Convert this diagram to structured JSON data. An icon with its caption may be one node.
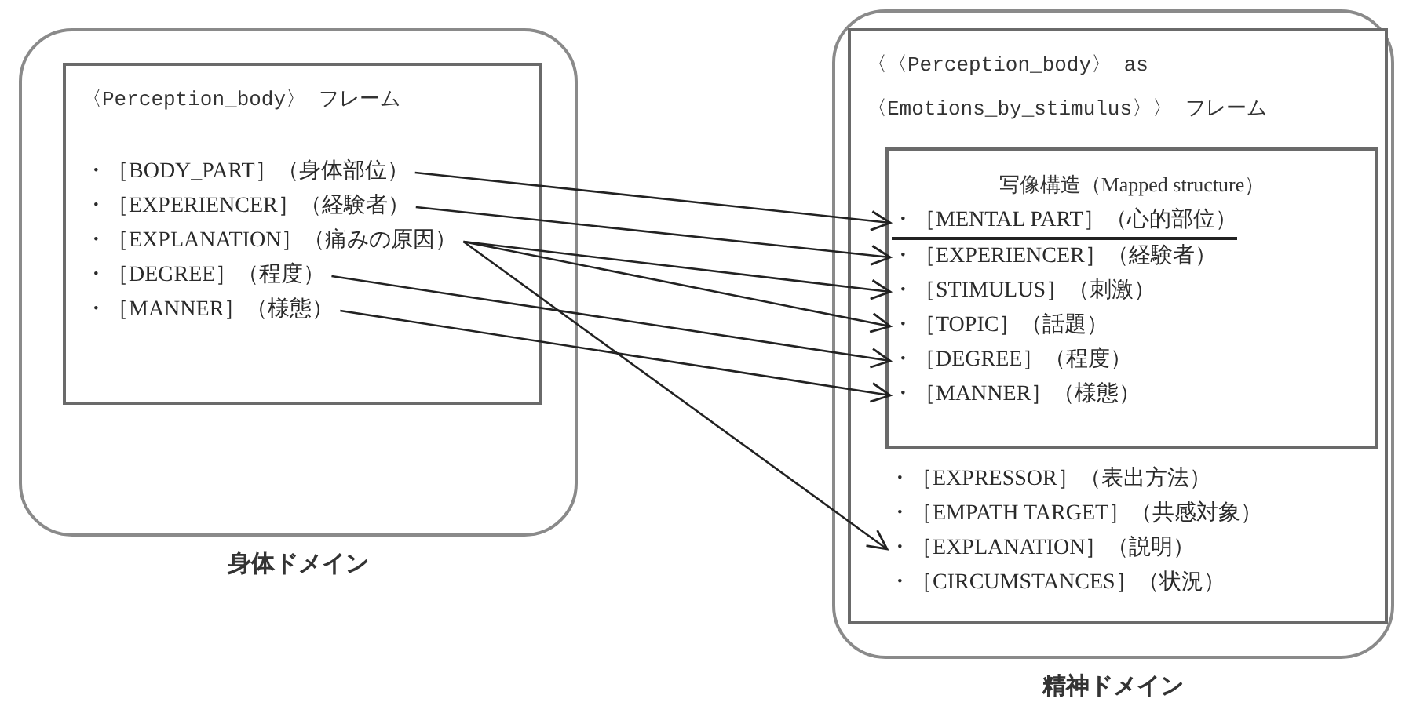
{
  "diagram": {
    "nodes": [
      {
        "text": [
          "身体ドメイン"
        ]
      },
      {
        "text": [
          "〈Perception_body〉 フレーム"
        ],
        "in": 0
      },
      {
        "text": [
          "・［BODY_PART］（身体部位）"
        ],
        "in": 1
      },
      {
        "text": [
          "・［EXPERIENCER］（経験者）"
        ],
        "in": 1
      },
      {
        "text": [
          "・［EXPLANATION］（痛みの原因）"
        ],
        "in": 1
      },
      {
        "text": [
          "・［DEGREE］（程度）"
        ],
        "in": 1
      },
      {
        "text": [
          "・［MANNER］（様態）"
        ],
        "in": 1
      },
      {
        "text": [
          "精神ドメイン"
        ]
      },
      {
        "text": [
          "〈〈Perception_body〉 as 〈Emotions_by_stimulus〉〉 フレーム"
        ],
        "in": 7
      },
      {
        "text": [
          "写像構造（Mapped structure）"
        ],
        "in": 8
      },
      {
        "text": [
          "・［MENTAL PART］（心的部位）"
        ],
        "in": 9
      },
      {
        "text": [
          "・［EXPERIENCER］（経験者）"
        ],
        "in": 9
      },
      {
        "text": [
          "・［STIMULUS］（刺激）"
        ],
        "in": 9
      },
      {
        "text": [
          "・［TOPIC］（話題）"
        ],
        "in": 9
      },
      {
        "text": [
          "・［DEGREE］（程度）"
        ],
        "in": 9
      },
      {
        "text": [
          "・［MANNER］（様態）"
        ],
        "in": 9
      },
      {
        "text": [
          "・［EXPRESSOR］（表出方法）"
        ],
        "in": 8
      },
      {
        "text": [
          "・［EMPATH TARGET］（共感対象）"
        ],
        "in": 8
      },
      {
        "text": [
          "・［EXPLANATION］（説明）"
        ],
        "in": 8
      },
      {
        "text": [
          "・［CIRCUMSTANCES］（状況）"
        ],
        "in": 8
      }
    ],
    "edges": [
      {
        "from": 2,
        "to": 10,
        "arrow": "to"
      },
      {
        "from": 3,
        "to": 11,
        "arrow": "to"
      },
      {
        "from": 4,
        "to": 12,
        "arrow": "to"
      },
      {
        "from": 4,
        "to": 13,
        "arrow": "to"
      },
      {
        "from": 4,
        "to": 18,
        "arrow": "to"
      },
      {
        "from": 5,
        "to": 14,
        "arrow": "to"
      },
      {
        "from": 6,
        "to": 15,
        "arrow": "to"
      }
    ]
  }
}
